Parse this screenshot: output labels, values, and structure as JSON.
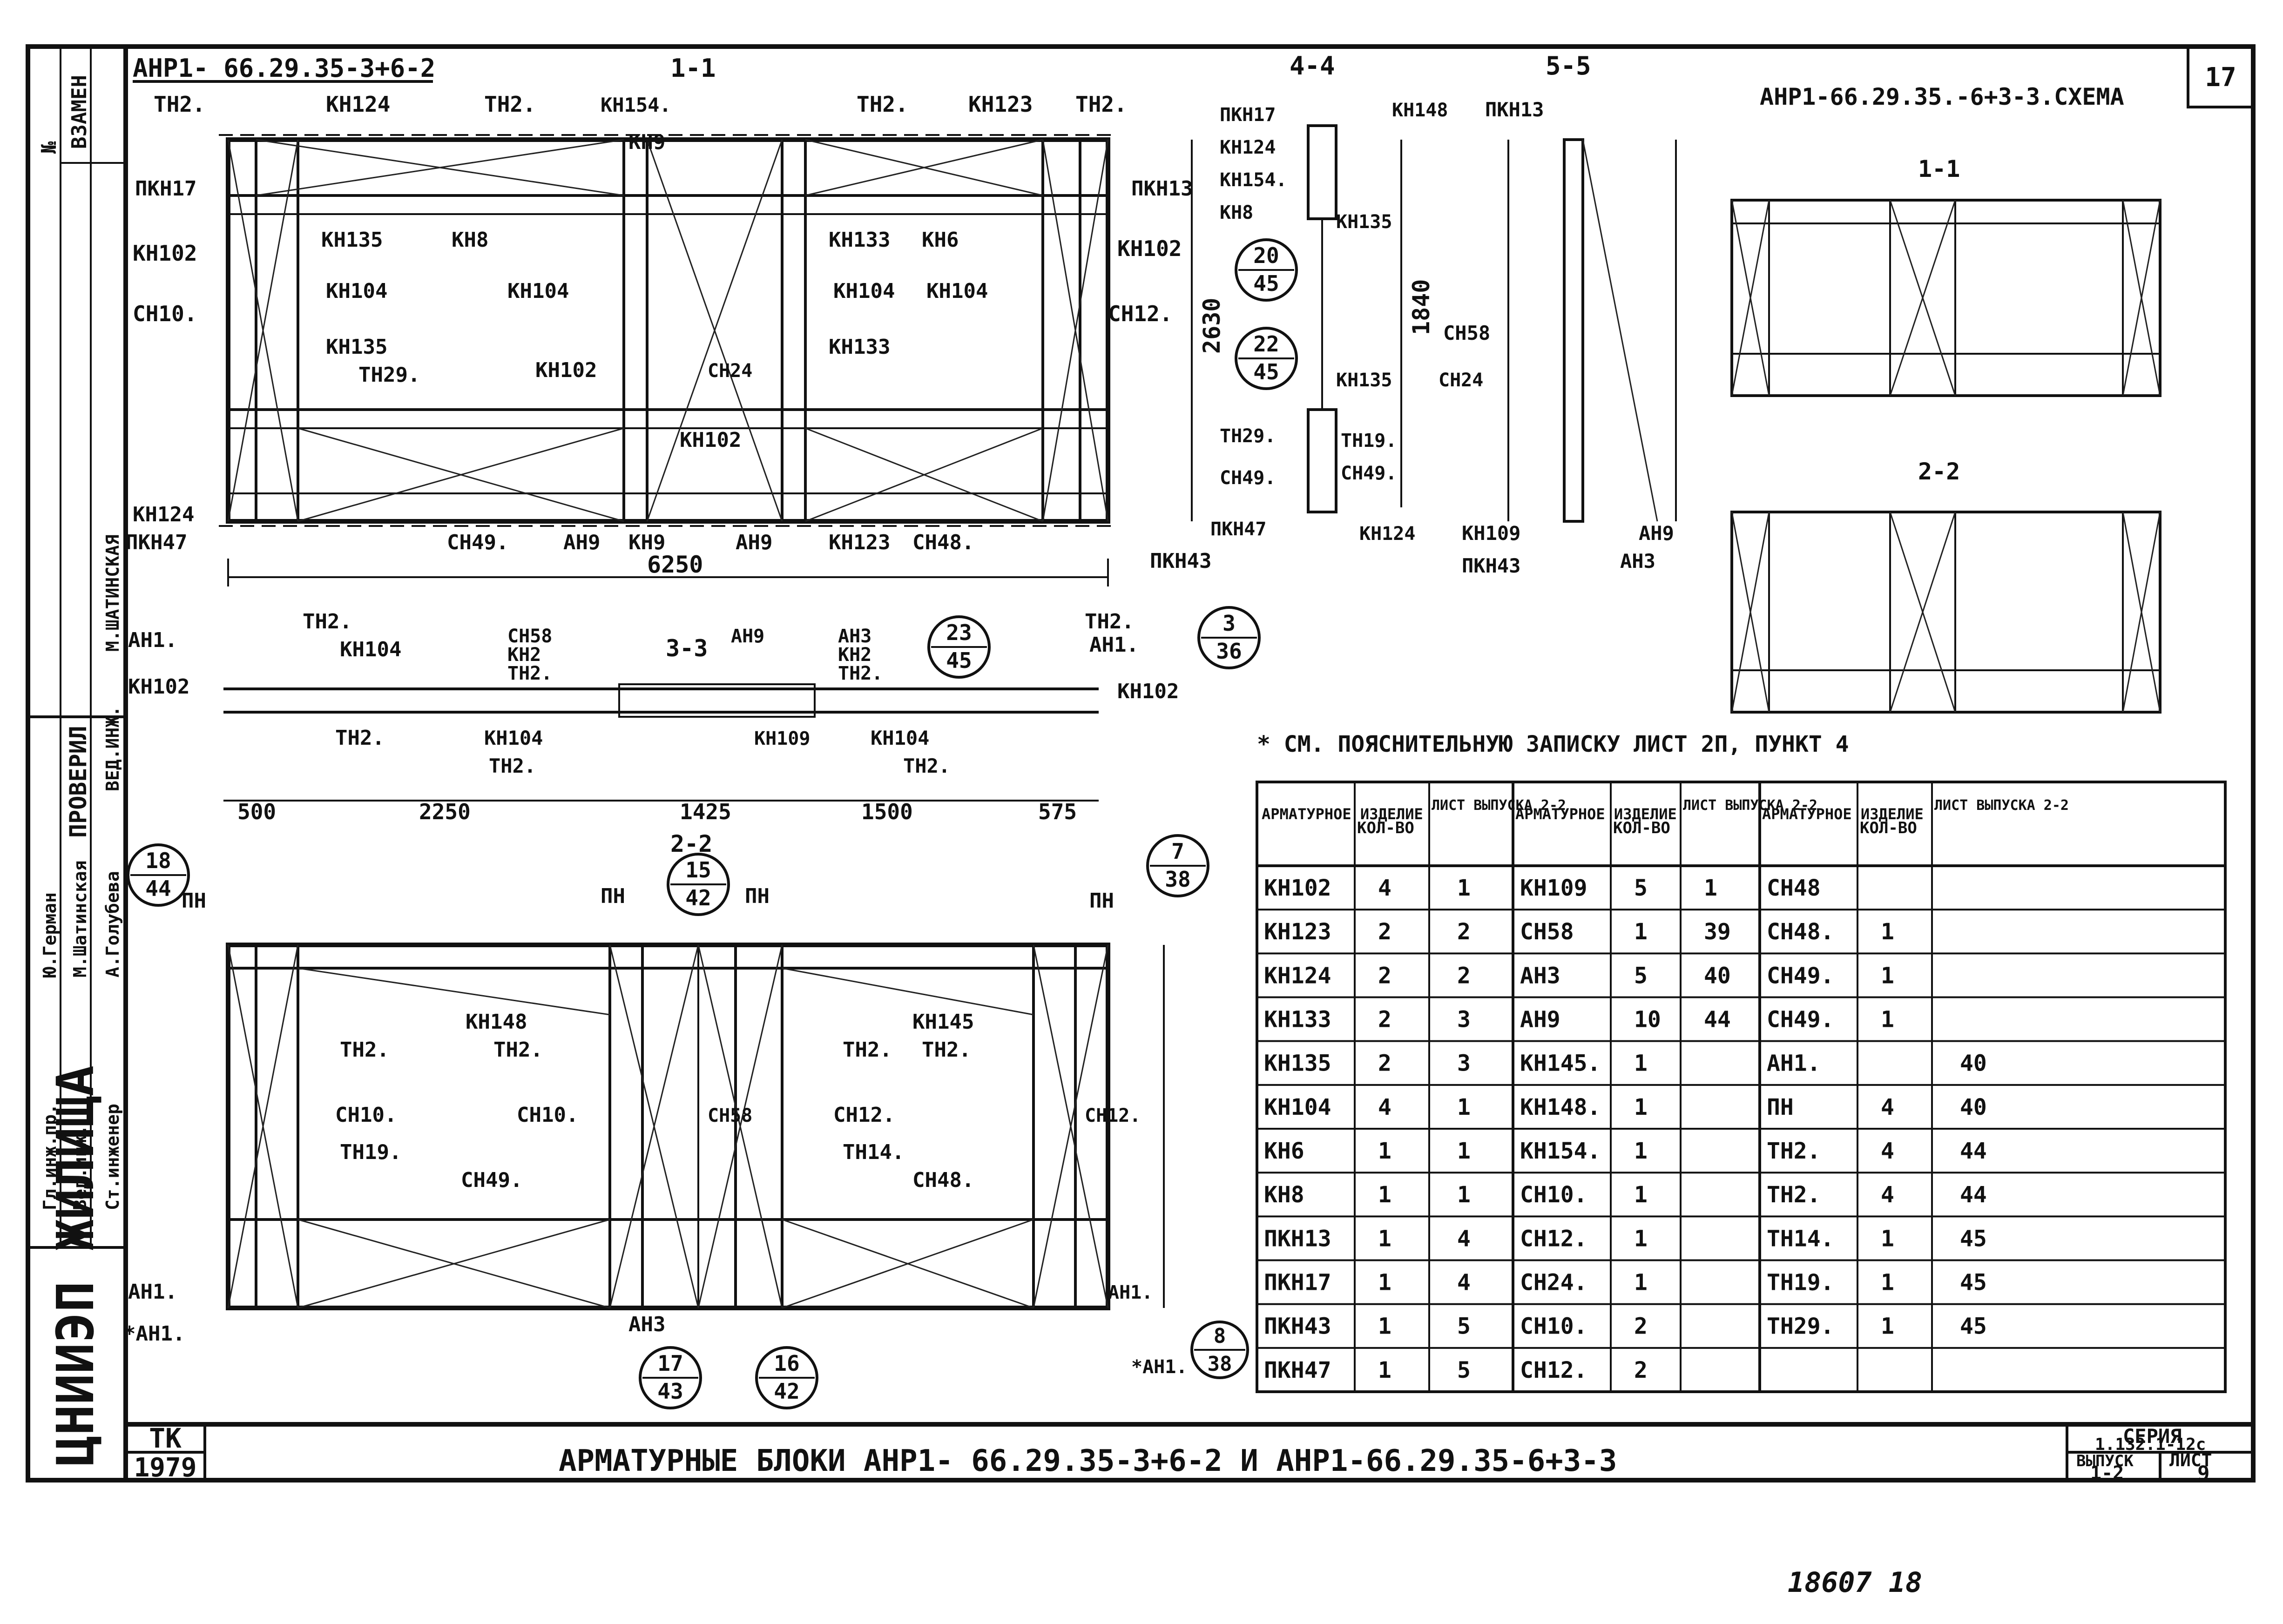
{
  "sheet_number": "17",
  "title_left": "АНР1- 66.29.35-3+6-2",
  "title_right": "АНР1-66.29.35.-6+3-3.СХЕМА",
  "sections": {
    "s11": "1-1",
    "s22": "2-2",
    "s33": "3-3",
    "s44": "4-4",
    "s55": "5-5",
    "r11": "1-1",
    "r22": "2-2"
  },
  "dims": {
    "d6250": "6250",
    "d2530": "2630",
    "d1840": "1840",
    "d2250": "2250",
    "d1425": "1425",
    "d1500": "1500",
    "d500": "500",
    "d575": "575"
  },
  "labels": {
    "TH2": "ТН2.",
    "KH124": "КН124",
    "KH154": "КН154.",
    "KH123": "КН123",
    "PKH17": "ПКН17",
    "KH102": "КН102",
    "CH10": "СН10.",
    "KH135": "КН135",
    "KH8": "КН8",
    "KH133": "КН133",
    "KH6": "КН6",
    "KH104": "КН104",
    "PKH13": "ПКН13",
    "CH12": "СН12.",
    "TH29": "ТН29.",
    "CH24": "СН24",
    "PKH47": "ПКН47",
    "CH49": "СН49.",
    "AH9": "АН9",
    "KH9": "КН9",
    "CH48": "СН48.",
    "PKH43": "ПКН43",
    "KH148": "КН148",
    "TH19": "ТН19.",
    "CH58": "СН58",
    "KH109": "КН109",
    "AH3": "АН3",
    "AH1": "АН1.",
    "KH2": "КН2",
    "PN": "ПН",
    "KH145": "КН145",
    "TH14": "ТН14.",
    "AH1star": "*АН1."
  },
  "circles": [
    {
      "top": "20",
      "bottom": "45"
    },
    {
      "top": "22",
      "bottom": "45"
    },
    {
      "top": "23",
      "bottom": "45"
    },
    {
      "top": "3",
      "bottom": "36"
    },
    {
      "top": "18",
      "bottom": "44"
    },
    {
      "top": "15",
      "bottom": "42"
    },
    {
      "top": "7",
      "bottom": "38"
    },
    {
      "top": "17",
      "bottom": "43"
    },
    {
      "top": "16",
      "bottom": "42"
    },
    {
      "top": "8",
      "bottom": "38"
    }
  ],
  "note": "* СМ. ПОЯСНИТЕЛЬНУЮ ЗАПИСКУ ЛИСТ 2П, ПУНКТ 4",
  "table": {
    "headers": [
      "АРМАТУРНОЕ ИЗДЕЛИЕ",
      "КОЛ-ВО",
      "ЛИСТ ВЫПУСКА 2-2"
    ],
    "col1": [
      [
        "КН102",
        "4",
        "1"
      ],
      [
        "КН123",
        "2",
        "2"
      ],
      [
        "КН124",
        "2",
        "2"
      ],
      [
        "КН133",
        "2",
        "3"
      ],
      [
        "КН135",
        "2",
        "3"
      ],
      [
        "КН104",
        "4",
        "1"
      ],
      [
        "КН6",
        "1",
        "1"
      ],
      [
        "КН8",
        "1",
        "1"
      ],
      [
        "ПКН13",
        "1",
        "4"
      ],
      [
        "ПКН17",
        "1",
        "4"
      ],
      [
        "ПКН43",
        "1",
        "5"
      ],
      [
        "ПКН47",
        "1",
        "5"
      ]
    ],
    "col2": [
      [
        "КН109",
        "5",
        "1"
      ],
      [
        "СН58",
        "1",
        "39"
      ],
      [
        "АН3",
        "5",
        "40"
      ],
      [
        "АН9",
        "10",
        "44"
      ],
      [
        "КН145.",
        "1",
        ""
      ],
      [
        "КН148.",
        "1",
        ""
      ],
      [
        "КН154.",
        "1",
        ""
      ],
      [
        "СН10.",
        "1",
        ""
      ],
      [
        "СН12.",
        "1",
        ""
      ],
      [
        "СН24.",
        "1",
        ""
      ],
      [
        "СН10.",
        "2",
        ""
      ],
      [
        "СН12.",
        "2",
        ""
      ]
    ],
    "col3": [
      [
        "СН48",
        "",
        ""
      ],
      [
        "СН48.",
        "1",
        ""
      ],
      [
        "СН49.",
        "1",
        ""
      ],
      [
        "СН49.",
        "1",
        ""
      ],
      [
        "АН1.",
        "",
        "40"
      ],
      [
        "ПН",
        "4",
        "40"
      ],
      [
        "ТН2.",
        "4",
        "44"
      ],
      [
        "ТН2.",
        "4",
        "44"
      ],
      [
        "ТН14.",
        "1",
        "45"
      ],
      [
        "ТН19.",
        "1",
        "45"
      ],
      [
        "ТН29.",
        "1",
        "45"
      ],
      [
        "",
        "",
        ""
      ]
    ]
  },
  "stamp": {
    "tk": "ТК",
    "year": "1979",
    "main_title": "АРМАТУРНЫЕ  БЛОКИ  АНР1- 66.29.35-3+6-2  И  АНР1-66.29.35-6+3-3",
    "series_label": "СЕРИЯ",
    "series_value": "1.132.1-12с",
    "issue_label": "ВЫПУСК",
    "issue_value": "1-2",
    "sheet_label": "ЛИСТ",
    "sheet_value": "9",
    "org": "ЦНИИЭП ЖИЛИЩА",
    "side_labels": [
      "Гл.инж.пр.",
      "Вед.инж.",
      "Ст.инженер",
      "Ю.Герман",
      "М.Шатинская",
      "А.Голубева",
      "ПРОВЕРИЛ",
      "ВЕД.ИНЖ.",
      "М.ШАТИНСКАЯ"
    ],
    "zam": "ВЗАМЕН",
    "num": "№"
  },
  "footer_number": "18607  18"
}
